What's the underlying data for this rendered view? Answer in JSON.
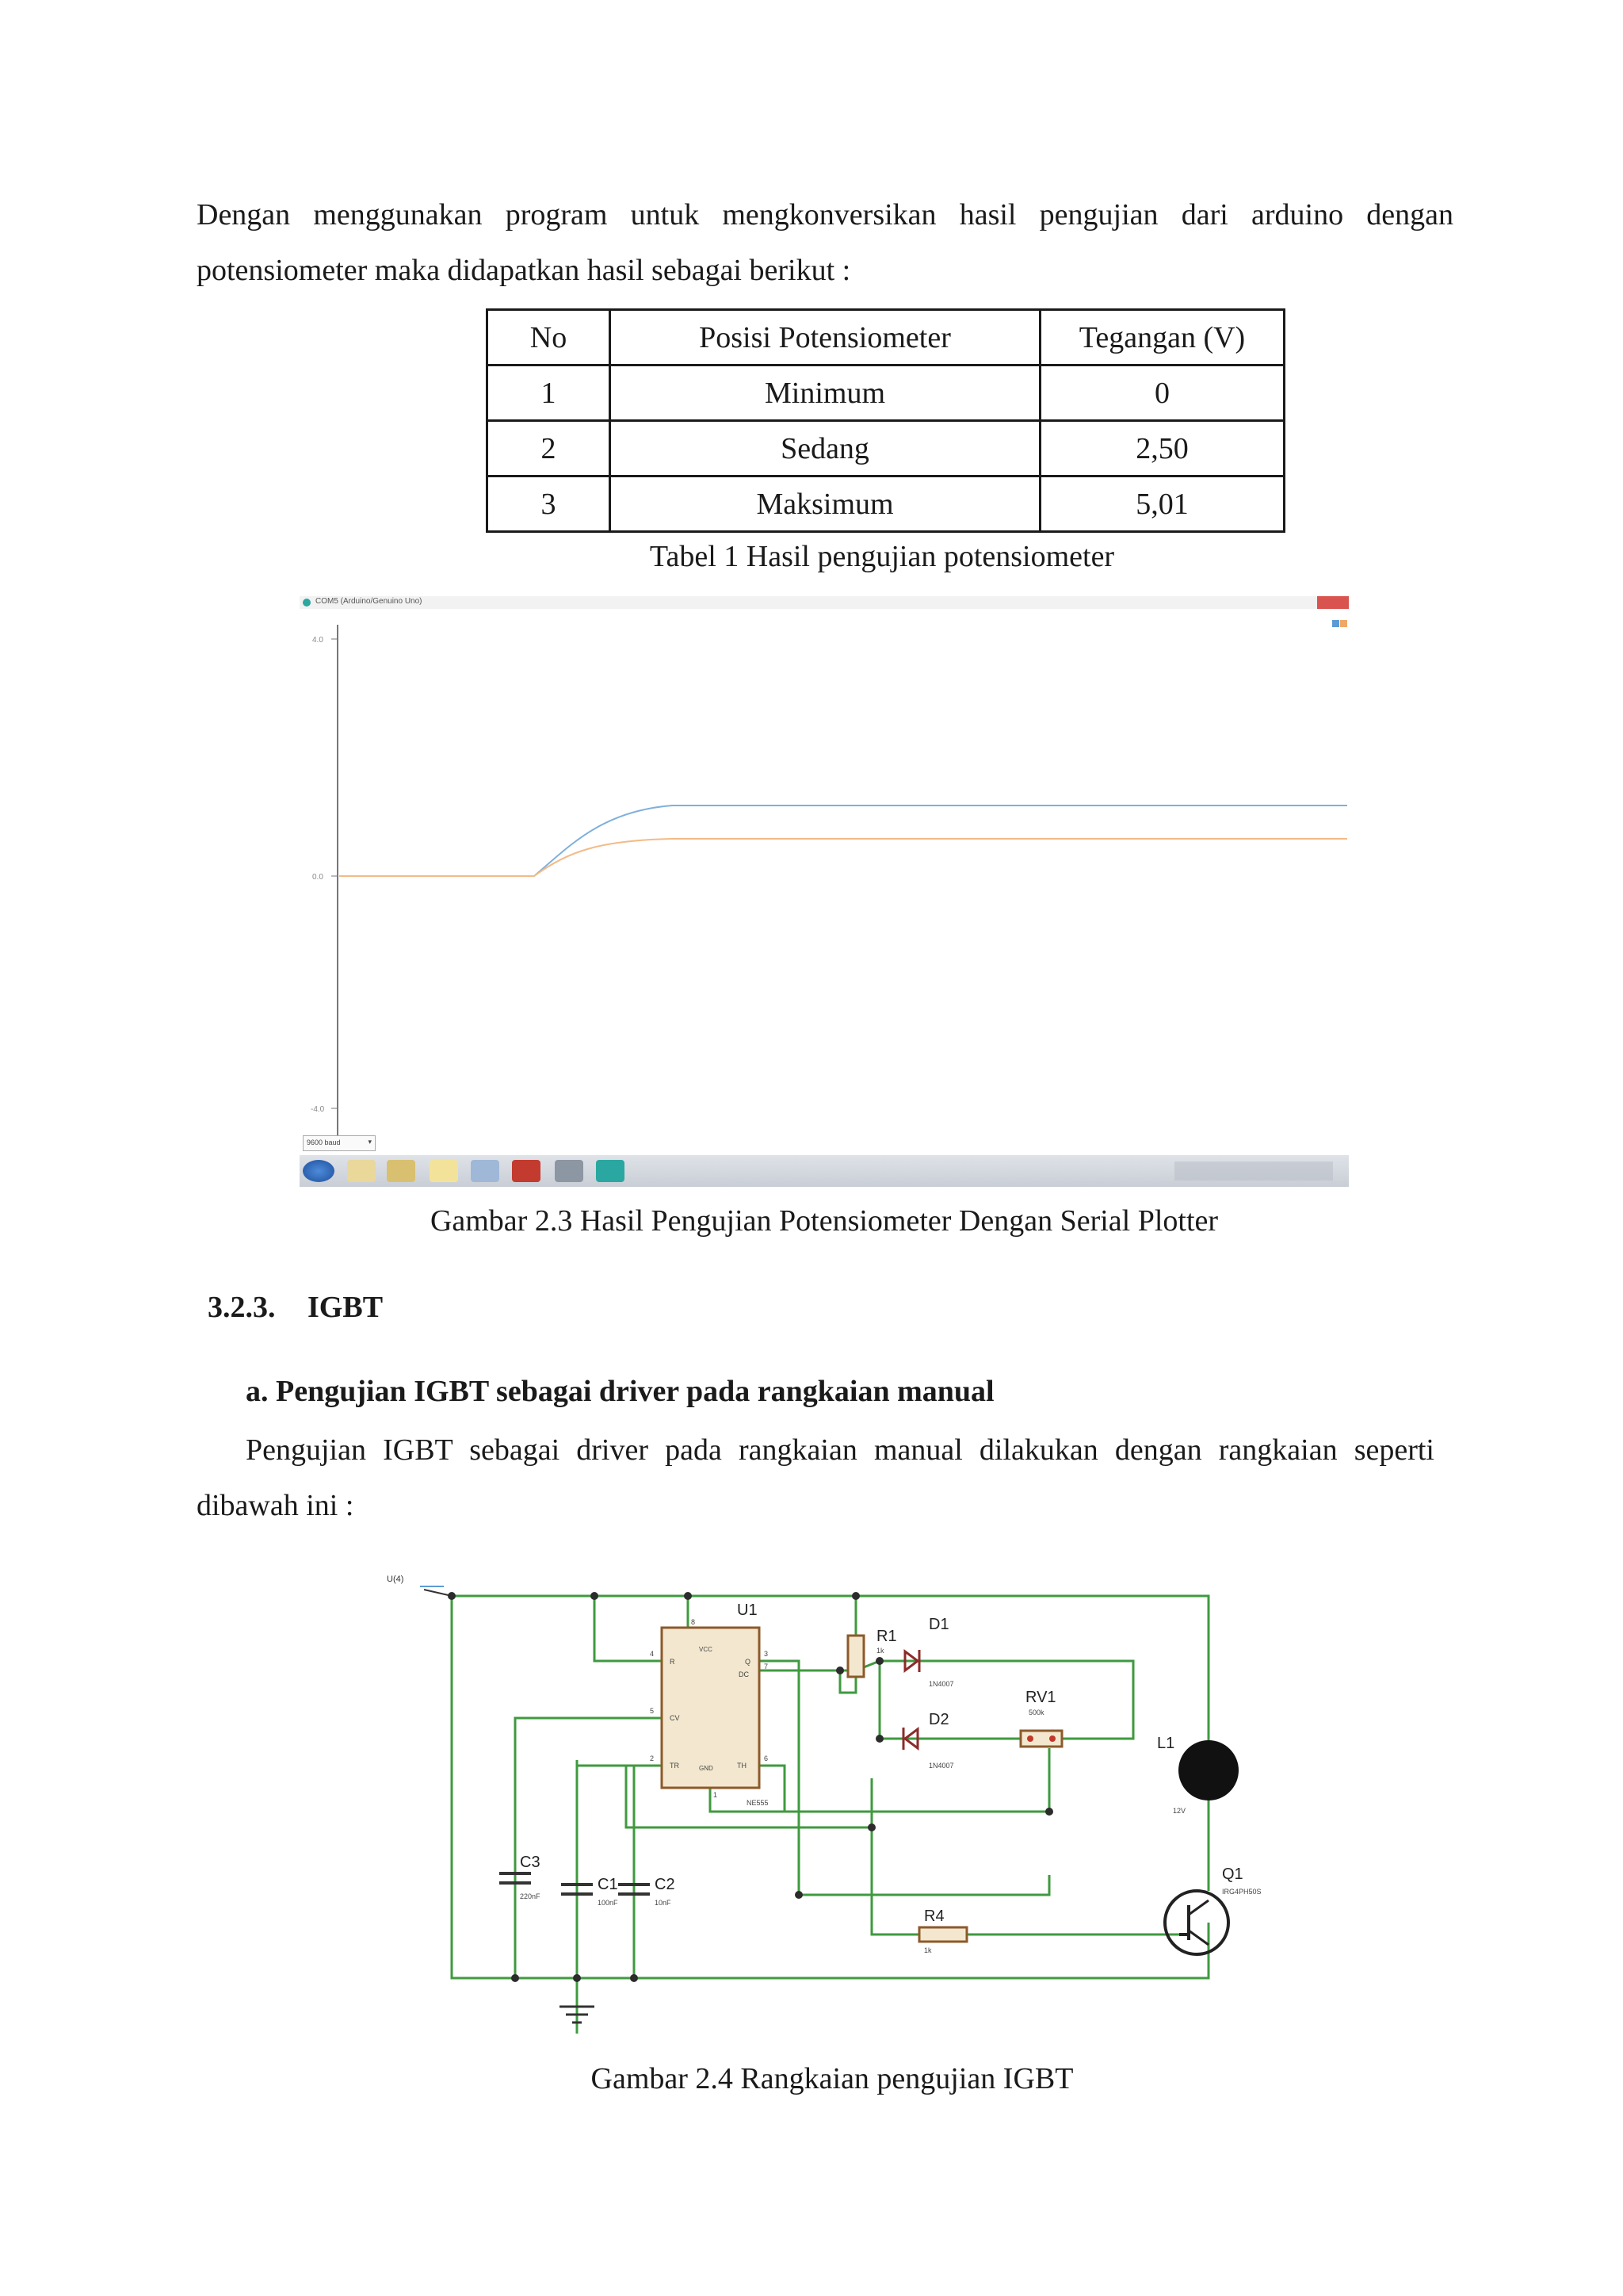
{
  "intro": {
    "line1": "Dengan menggunakan program untuk mengkonversikan hasil pengujian dari arduino dengan",
    "line2": "potensiometer maka didapatkan hasil sebagai berikut :"
  },
  "table": {
    "headers": [
      "No",
      "Posisi Potensiometer",
      "Tegangan (V)"
    ],
    "rows": [
      [
        "1",
        "Minimum",
        "0"
      ],
      [
        "2",
        "Sedang",
        "2,50"
      ],
      [
        "3",
        "Maksimum",
        "5,01"
      ]
    ],
    "caption": "Tabel 1 Hasil pengujian potensiometer"
  },
  "plotter": {
    "window_title": "COM5 (Arduino/Genuino Uno)",
    "y_ticks": [
      "4.0",
      "0.0",
      "-4.0"
    ],
    "baud_select": "9600 baud",
    "series_colors": {
      "blue": "#6fa8d6",
      "orange": "#f0b27a"
    },
    "caption": "Gambar 2.3 Hasil Pengujian Potensiometer Dengan Serial Plotter"
  },
  "section": {
    "number": "3.2.3.",
    "title": "IGBT",
    "subheading": "a. Pengujian IGBT sebagai driver pada rangkaian manual",
    "para_line1": "Pengujian IGBT sebagai driver pada rangkaian manual dilakukan dengan rangkaian seperti",
    "para_line2": "dibawah ini :"
  },
  "schematic": {
    "labels": {
      "u1": "U1",
      "r1": "R1",
      "r1_val": "1k",
      "d1": "D1",
      "d1_val": "1N4007",
      "d2": "D2",
      "d2_val": "1N4007",
      "rv1": "RV1",
      "rv1_val": "500k",
      "l1": "L1",
      "l1_val": "12V",
      "q1": "Q1",
      "q1_val": "IRG4PH50S",
      "r4": "R4",
      "r4_val": "1k",
      "c3": "C3",
      "c3_val": "220nF",
      "c1": "C1",
      "c1_val": "100nF",
      "c2": "C2",
      "c2_val": "10nF",
      "ic": "NE555",
      "vcc": "U(4)",
      "pin_r": "R",
      "pin_q": "Q",
      "pin_dc": "DC",
      "pin_cv": "CV",
      "pin_tr": "TR",
      "pin_th": "TH",
      "pin_vcc": "VCC",
      "pin_gnd": "GND",
      "pin4": "4",
      "pin3": "3",
      "pin7": "7",
      "pin5": "5",
      "pin2": "2",
      "pin6": "6",
      "pin8": "8",
      "pin1": "1"
    },
    "caption": "Gambar 2.4 Rangkaian pengujian IGBT"
  }
}
